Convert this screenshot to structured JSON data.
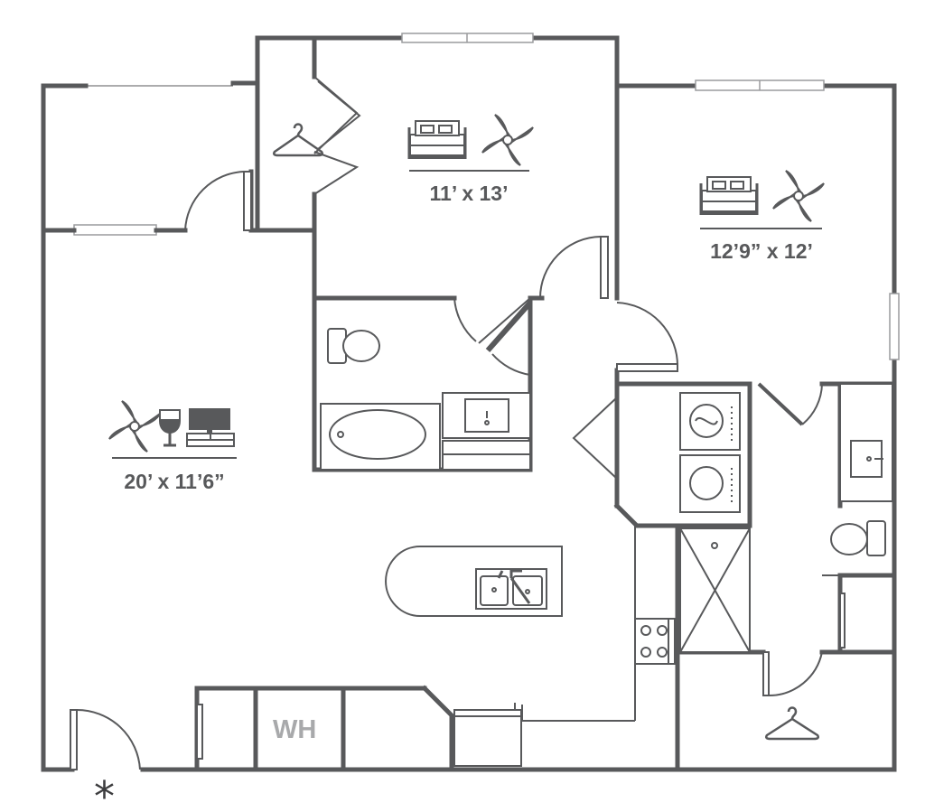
{
  "rooms": {
    "bedroom_1": {
      "dimensions": "11’ x 13’"
    },
    "bedroom_2": {
      "dimensions": "12’9” x 12’"
    },
    "living": {
      "dimensions": "20’ x 11’6”"
    }
  },
  "utility": {
    "water_heater_label": "WH"
  },
  "entry": {
    "marker": "*"
  },
  "icons": [
    "bed-icon",
    "ceiling-fan-icon",
    "wine-glass-icon",
    "tv-icon",
    "hanger-icon",
    "washer-icon",
    "dryer-icon",
    "toilet-icon",
    "bathtub-icon",
    "sink-icon",
    "stove-icon"
  ],
  "colors": {
    "wall": "#58595b",
    "window": "#9a9b9d",
    "wh_label": "#a8a9ab"
  }
}
